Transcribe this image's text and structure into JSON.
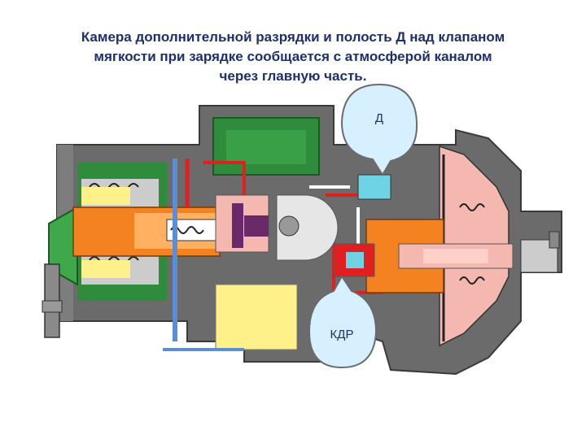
{
  "slide": {
    "title_lines": [
      "Камера дополнительной разрядки и полость Д над клапаном",
      "мягкости при зарядке сообщается с атмосферой каналом",
      "через главную часть."
    ]
  },
  "callouts": {
    "d_label": "Д",
    "kdr_label": "КДР"
  },
  "colors": {
    "body": "#6b6b6b",
    "green": "#2f8c3c",
    "orange": "#f58220",
    "yellow": "#fff18a",
    "pink": "#f5b8b0",
    "red": "#e02020",
    "blue": "#5a8fd6",
    "cyan": "#6fd3e6",
    "purple": "#6a2a6a",
    "bubble": "#d7f0ff"
  }
}
